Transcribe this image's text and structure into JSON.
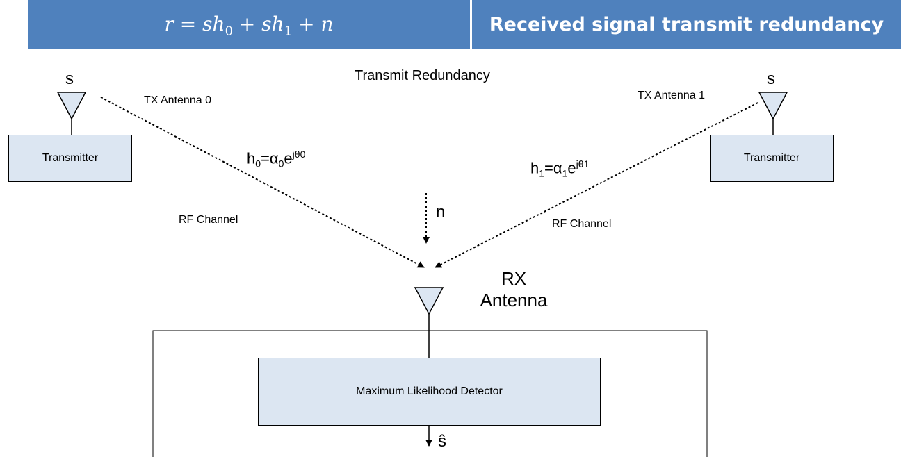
{
  "header": {
    "equation": {
      "r": "r",
      "eq": " = ",
      "s1": "s",
      "h0": "h",
      "sub0": "0",
      "plus1": " + ",
      "s2": "s",
      "h1": "h",
      "sub1": "1",
      "plus2": " + ",
      "n": "n"
    },
    "title": "Received signal transmit redundancy"
  },
  "diagram": {
    "top_label": "Transmit Redundancy",
    "tx0": {
      "signal": "s",
      "antenna_label": "TX Antenna 0",
      "box_label": "Transmitter"
    },
    "tx1": {
      "signal": "s",
      "antenna_label": "TX Antenna 1",
      "box_label": "Transmitter"
    },
    "h0": {
      "base": "h",
      "sub": "0",
      "eq": "=α",
      "alpha_sub": "0",
      "e": "e",
      "sup": "jθ0"
    },
    "h1": {
      "base": "h",
      "sub": "1",
      "eq": "=α",
      "alpha_sub": "1",
      "e": "e",
      "sup": "jθ1"
    },
    "rf_left": "RF Channel",
    "rf_right": "RF Channel",
    "noise": "n",
    "rx_line1": "RX",
    "rx_line2": "Antenna",
    "detector": "Maximum Likelihood Detector",
    "output": "ŝ"
  },
  "colors": {
    "banner": "#4f81bd",
    "box_fill": "#dce6f2"
  }
}
